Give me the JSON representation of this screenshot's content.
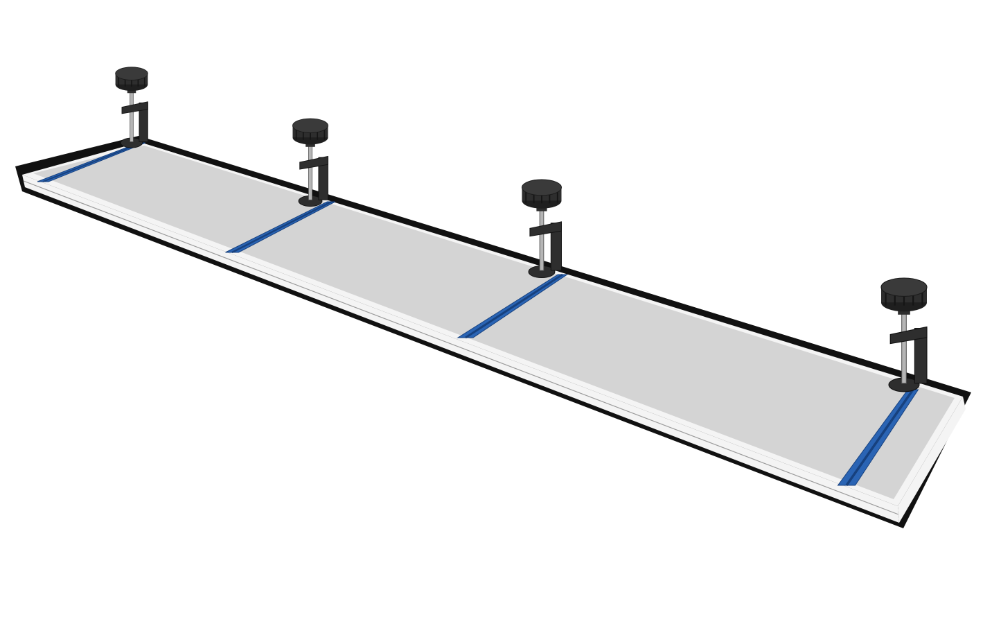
{
  "illustration": {
    "subject": "board-with-t-tracks-and-hold-down-clamps",
    "track_count": 4,
    "clamp_count": 4
  },
  "colors": {
    "background": "#ffffff",
    "outline": "#111111",
    "board_top": "#d4d4d4",
    "board_edge": "#f4f4f4",
    "track": "#2a64b4",
    "track_dark": "#17417e",
    "clamp": "#2e2e2e",
    "rod": "#b5b5b5"
  }
}
